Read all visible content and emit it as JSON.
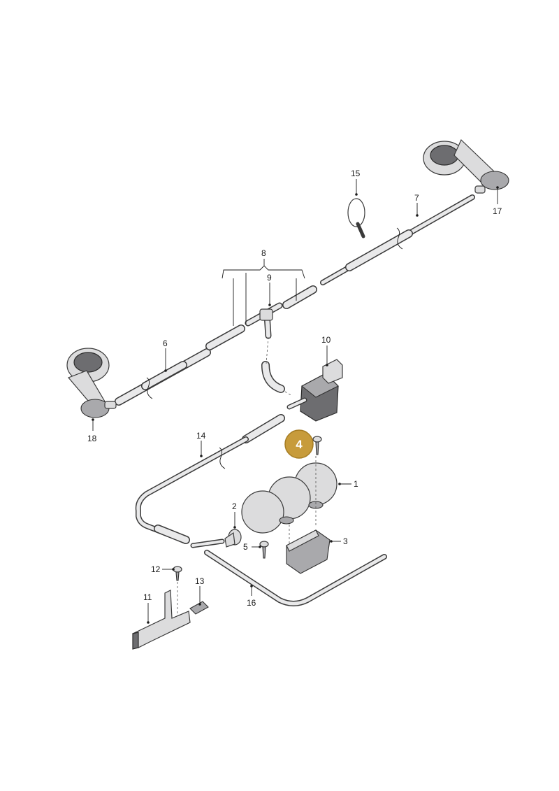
{
  "callouts": [
    {
      "id": "1",
      "label": "1"
    },
    {
      "id": "2",
      "label": "2"
    },
    {
      "id": "3",
      "label": "3"
    },
    {
      "id": "4",
      "label": "4",
      "highlighted": true
    },
    {
      "id": "5",
      "label": "5"
    },
    {
      "id": "6",
      "label": "6"
    },
    {
      "id": "7",
      "label": "7"
    },
    {
      "id": "8",
      "label": "8"
    },
    {
      "id": "9",
      "label": "9"
    },
    {
      "id": "10",
      "label": "10"
    },
    {
      "id": "11",
      "label": "11"
    },
    {
      "id": "12",
      "label": "12"
    },
    {
      "id": "13",
      "label": "13"
    },
    {
      "id": "14",
      "label": "14"
    },
    {
      "id": "15",
      "label": "15"
    },
    {
      "id": "16",
      "label": "16"
    },
    {
      "id": "17",
      "label": "17"
    },
    {
      "id": "18",
      "label": "18"
    }
  ],
  "colors": {
    "highlight": "#c79b3b",
    "part_fill": "#dcdcdd",
    "outline": "#3a3a3a",
    "background": "#ffffff"
  }
}
